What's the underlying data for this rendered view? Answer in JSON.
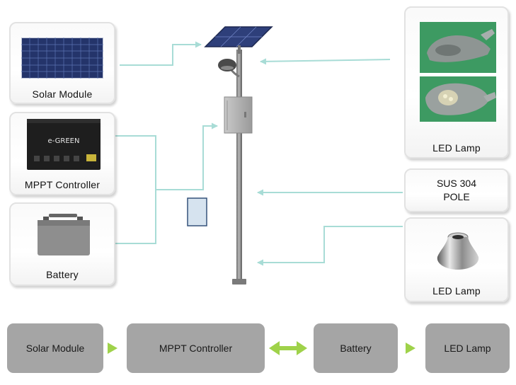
{
  "components": {
    "solar_module": {
      "label": "Solar Module"
    },
    "mppt_controller": {
      "label": "MPPT Controller",
      "panel_text": "e-GREEN"
    },
    "battery": {
      "label": "Battery"
    },
    "led_lamp_top": {
      "label": "LED Lamp"
    },
    "pole": {
      "line1": "SUS 304",
      "line2": "POLE"
    },
    "led_lamp_bottom": {
      "label": "LED Lamp"
    }
  },
  "flow": {
    "step1": "Solar Module",
    "step2": "MPPT Controller",
    "step3": "Battery",
    "step4": "LED Lamp"
  },
  "colors": {
    "connector": "#a8dcd6",
    "flow_arrow": "#9fd24a",
    "flow_box": "#a5a5a5"
  }
}
